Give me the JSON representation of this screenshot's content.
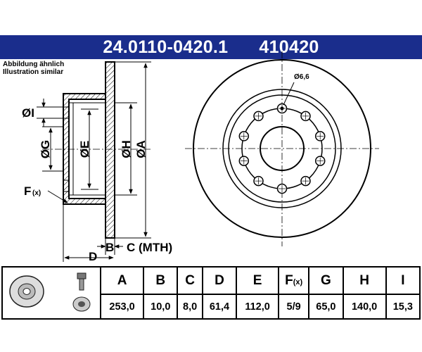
{
  "header": {
    "part_number": "24.0110-0420.1",
    "short_number": "410420"
  },
  "illustration_note": {
    "line1": "Abbildung ähnlich",
    "line2": "Illustration similar"
  },
  "labels": {
    "dim_i": "ØI",
    "dim_g": "ØG",
    "dim_e": "ØE",
    "dim_h": "ØH",
    "dim_a": "ØA",
    "f": "F",
    "f_sub": "(x)",
    "b": "B",
    "c": "C (MTH)",
    "d": "D",
    "hole": "Ø6,6"
  },
  "table": {
    "headers": [
      "A",
      "B",
      "C",
      "D",
      "E",
      "F",
      "G",
      "H",
      "I"
    ],
    "f_header_sub": "(x)",
    "values": [
      "253,0",
      "10,0",
      "8,0",
      "61,4",
      "112,0",
      "5/9",
      "65,0",
      "140,0",
      "15,3"
    ]
  },
  "colors": {
    "accent": "#1a2d8c",
    "hatch": "#000000"
  },
  "icons": [
    "brake-disc-icon",
    "bolt-icon",
    "wheel-hub-icon"
  ]
}
